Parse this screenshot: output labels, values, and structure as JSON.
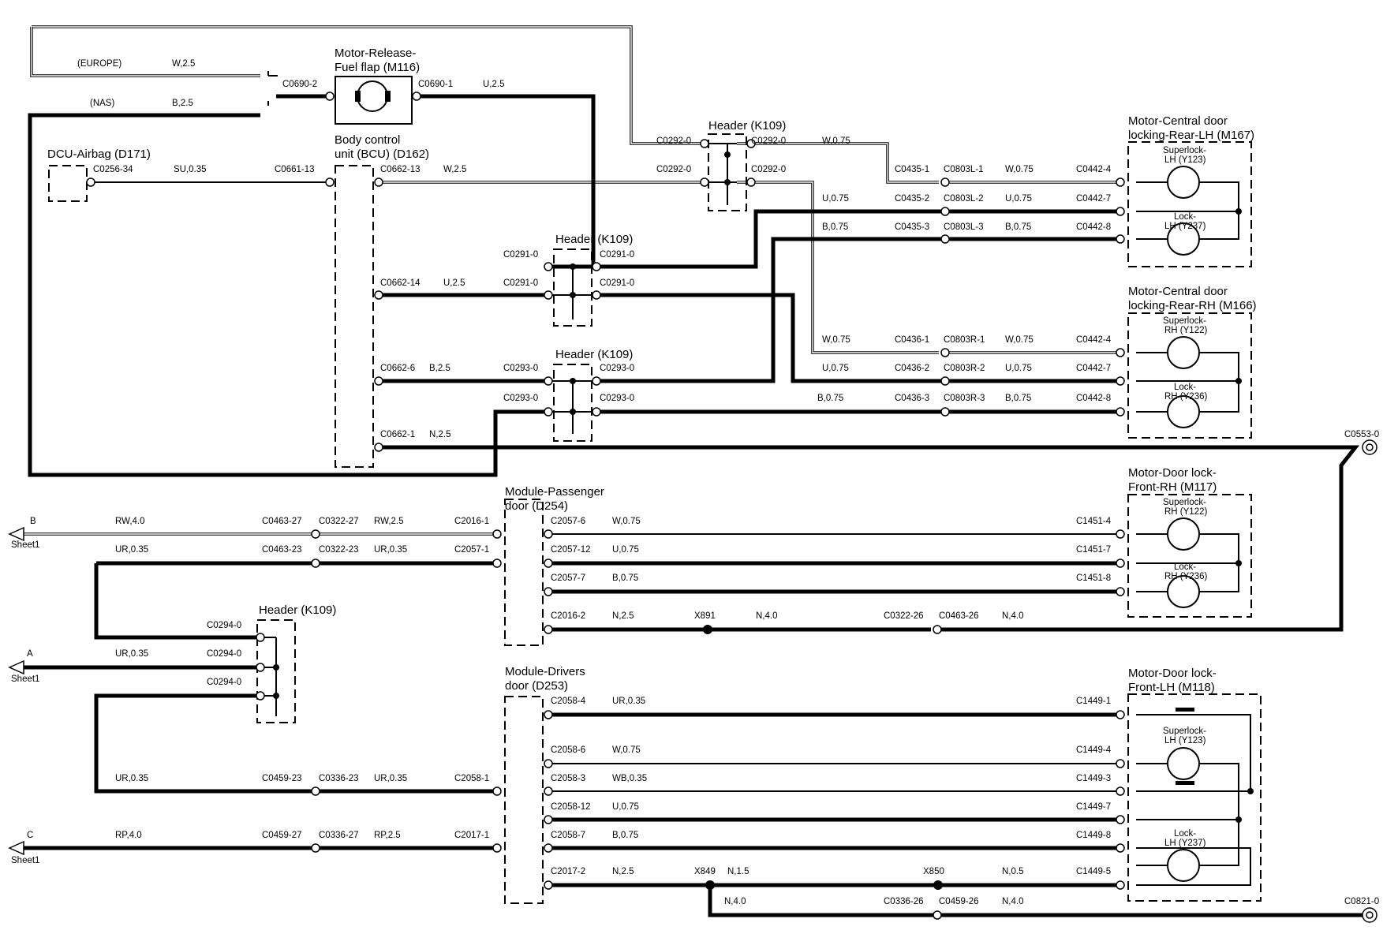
{
  "labels": {
    "europe": "(EUROPE)",
    "w25a": "W,2.5",
    "nas": "(NAS)",
    "b25a": "B,2.5",
    "m116_l1": "Motor-Release-",
    "m116_l2": "Fuel flap (M116)",
    "c0690_2": "C0690-2",
    "c0690_1": "C0690-1",
    "u25a": "U,2.5",
    "dcu": "DCU-Airbag (D171)",
    "c0256_34": "C0256-34",
    "su035": "SU,0.35",
    "c0661_13": "C0661-13",
    "bcu_l1": "Body control",
    "bcu_l2": "unit (BCU) (D162)",
    "c0662_13": "C0662-13",
    "w25b": "W,2.5",
    "c0662_14": "C0662-14",
    "u25b": "U,2.5",
    "c0662_6": "C0662-6",
    "b25b": "B,2.5",
    "c0662_1": "C0662-1",
    "n25a": "N,2.5",
    "hdr_k109": "Header (K109)",
    "c0292_0": "C0292-0",
    "w075": "W,0.75",
    "u075": "U,0.75",
    "b075": "B,0.75",
    "c0291_0": "C0291-0",
    "c0293_0": "C0293-0",
    "c0294_0": "C0294-0",
    "c0435_1": "C0435-1",
    "c0435_2": "C0435-2",
    "c0435_3": "C0435-3",
    "c0803l_1": "C0803L-1",
    "c0803l_2": "C0803L-2",
    "c0803l_3": "C0803L-3",
    "c0436_1": "C0436-1",
    "c0436_2": "C0436-2",
    "c0436_3": "C0436-3",
    "c0803r_1": "C0803R-1",
    "c0803r_2": "C0803R-2",
    "c0803r_3": "C0803R-3",
    "c0442_4": "C0442-4",
    "c0442_7": "C0442-7",
    "c0442_8": "C0442-8",
    "m167_l1": "Motor-Central door",
    "m167_l2": "locking-Rear-LH (M167)",
    "m166_l1": "Motor-Central door",
    "m166_l2": "locking-Rear-RH (M166)",
    "sl_lh1": "Superlock-",
    "sl_lh2": "LH (Y123)",
    "lk_lh1": "Lock-",
    "lk_lh2": "LH (Y237)",
    "sl_rh1": "Superlock-",
    "sl_rh2": "RH (Y122)",
    "lk_rh1": "Lock-",
    "lk_rh2": "RH (Y236)",
    "c0553_0": "C0553-0",
    "c0821_0": "C0821-0",
    "m117_l1": "Motor-Door lock-",
    "m117_l2": "Front-RH (M117)",
    "m118_l1": "Motor-Door lock-",
    "m118_l2": "Front-LH (M118)",
    "d254_l1": "Module-Passenger",
    "d254_l2": "door (D254)",
    "d253_l1": "Module-Drivers",
    "d253_l2": "door (D253)",
    "b_lbl": "B",
    "a_lbl": "A",
    "c_lbl": "C",
    "sheet1": "Sheet1",
    "rw40": "RW,4.0",
    "rw25": "RW,2.5",
    "ur035": "UR,0.35",
    "c0463_27": "C0463-27",
    "c0322_27": "C0322-27",
    "c2016_1": "C2016-1",
    "c0463_23": "C0463-23",
    "c0322_23": "C0322-23",
    "c2057_1": "C2057-1",
    "c2057_6": "C2057-6",
    "c2057_12": "C2057-12",
    "c2057_7": "C2057-7",
    "c2016_2": "C2016-2",
    "c1451_4": "C1451-4",
    "c1451_7": "C1451-7",
    "c1451_8": "C1451-8",
    "x891": "X891",
    "n40": "N,4.0",
    "n25": "N,2.5",
    "c0322_26": "C0322-26",
    "c0463_26": "C0463-26",
    "c0459_23": "C0459-23",
    "c0336_23": "C0336-23",
    "c2058_1": "C2058-1",
    "c0459_27": "C0459-27",
    "c0336_27": "C0336-27",
    "c2017_1": "C2017-1",
    "rp40": "RP,4.0",
    "rp25": "RP,2.5",
    "c2058_4": "C2058-4",
    "c2058_6": "C2058-6",
    "c2058_3": "C2058-3",
    "c2058_12": "C2058-12",
    "c2058_7": "C2058-7",
    "c2017_2": "C2017-2",
    "wb035": "WB,0.35",
    "c1449_1": "C1449-1",
    "c1449_4": "C1449-4",
    "c1449_3": "C1449-3",
    "c1449_7": "C1449-7",
    "c1449_8": "C1449-8",
    "c1449_5": "C1449-5",
    "x849": "X849",
    "n15": "N,1.5",
    "x850": "X850",
    "n05": "N,0.5",
    "c0336_26": "C0336-26",
    "c0459_26": "C0459-26"
  }
}
